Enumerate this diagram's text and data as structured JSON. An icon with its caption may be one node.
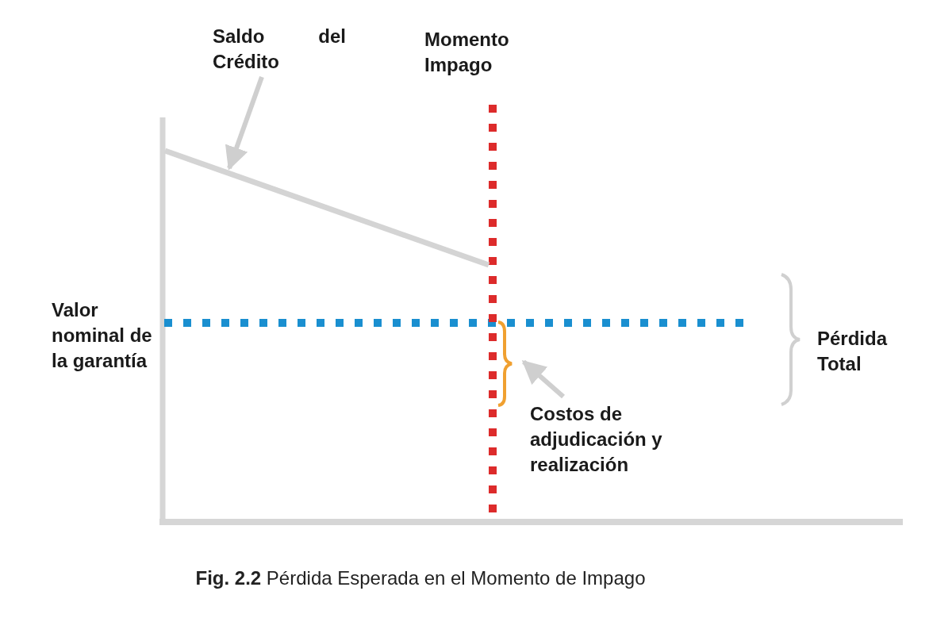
{
  "diagram": {
    "caption": "**Fig. 2.2** Pérdida Esperada en el Momento de Impago",
    "nodes": [
      {
        "text": [
          "Saldo del Crédito"
        ]
      },
      {
        "text": [],
        "shape": "line"
      },
      {
        "text": [
          "Costos de adjudicación y realización"
        ]
      },
      {
        "text": [],
        "shape": "bracket"
      }
    ],
    "edges": [
      {
        "from": 0,
        "to": 1,
        "arrow": "to"
      },
      {
        "from": 2,
        "to": 3,
        "arrow": "to"
      }
    ],
    "labels": [
      "Momento Impago",
      "Valor nominal de la garantía",
      "Pérdida Total"
    ]
  }
}
